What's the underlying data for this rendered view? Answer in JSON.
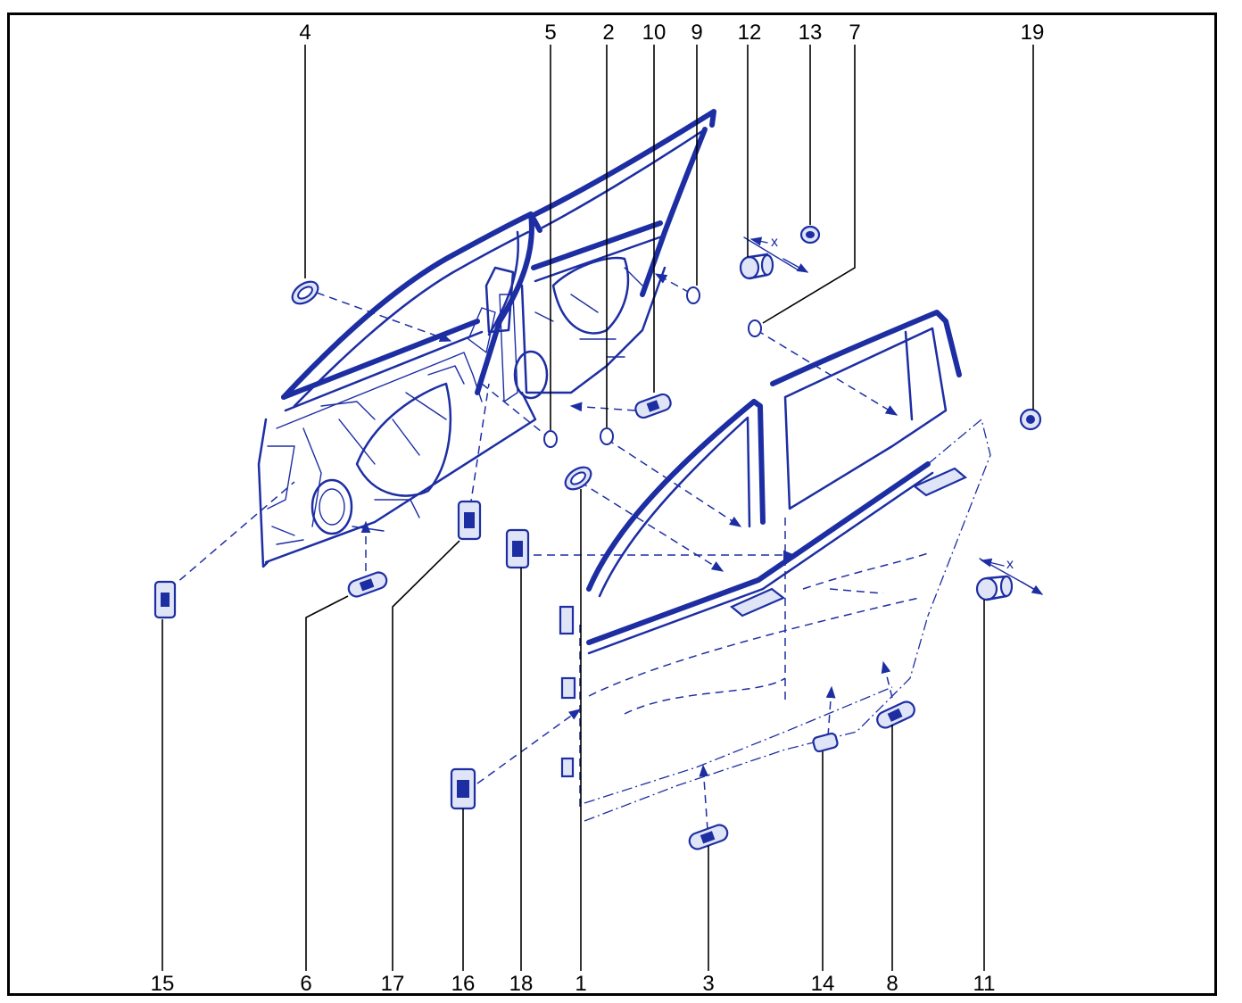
{
  "callouts": {
    "top": [
      "4",
      "5",
      "2",
      "10",
      "9",
      "12",
      "13",
      "7",
      "19"
    ],
    "bottom": [
      "15",
      "6",
      "17",
      "16",
      "18",
      "1",
      "3",
      "14",
      "8",
      "11"
    ]
  },
  "dimension_label": "x",
  "colors": {
    "ink": "#1d2ea3",
    "frame": "#000000",
    "background": "#ffffff"
  }
}
